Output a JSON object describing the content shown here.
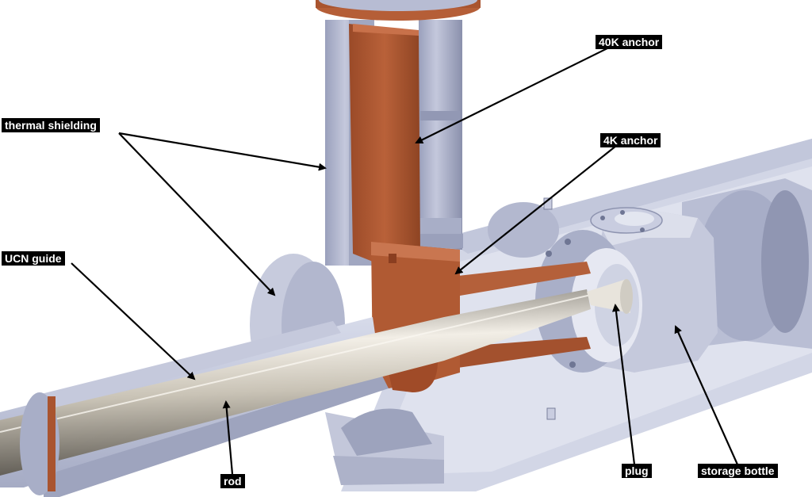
{
  "labels": {
    "anchor_40k": "40K anchor",
    "thermal_shielding": "thermal shielding",
    "anchor_4k": "4K anchor",
    "ucn_guide": "UCN guide",
    "rod": "rod",
    "plug": "plug",
    "storage_bottle": "storage bottle"
  },
  "colors": {
    "steel": "#b7bcd3",
    "steel_dark": "#8e94b0",
    "steel_light": "#d9dcea",
    "copper": "#a9542f",
    "copper_light": "#c8714a",
    "rod_light": "#e9e4da",
    "rod_dark": "#6e6a62",
    "label_bg": "#000000",
    "label_text": "#ffffff"
  }
}
